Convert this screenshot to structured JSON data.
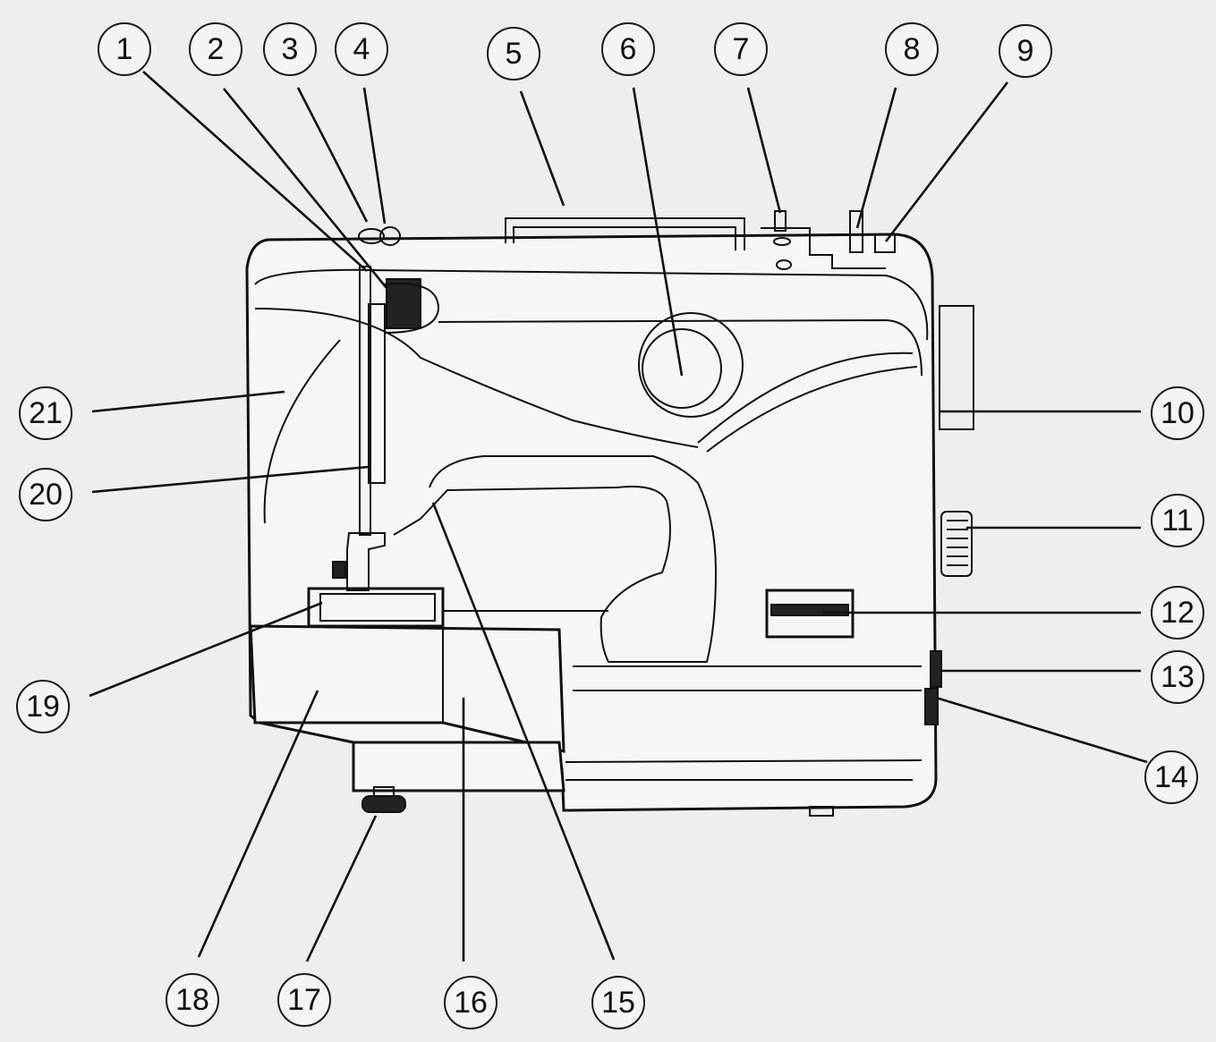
{
  "callouts": {
    "c1": "1",
    "c2": "2",
    "c3": "3",
    "c4": "4",
    "c5": "5",
    "c6": "6",
    "c7": "7",
    "c8": "8",
    "c9": "9",
    "c10": "10",
    "c11": "11",
    "c12": "12",
    "c13": "13",
    "c14": "14",
    "c15": "15",
    "c16": "16",
    "c17": "17",
    "c18": "18",
    "c19": "19",
    "c20": "20",
    "c21": "21"
  },
  "colors": {
    "ink": "#111111",
    "paper": "#eeeeee"
  }
}
